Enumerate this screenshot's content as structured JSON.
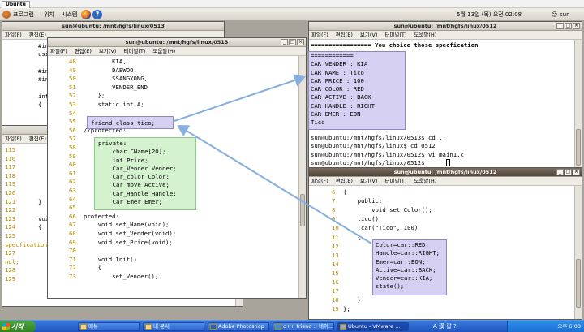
{
  "vm_tab": "Ubuntu",
  "top_panel": {
    "menus": [
      "프로그램",
      "위치",
      "시스템"
    ],
    "clock": "5월 13일 (목) 오전 02:08",
    "user": "sun"
  },
  "menubar": [
    "파일(F)",
    "편집(E)",
    "보기(V)",
    "터미널(T)",
    "도움말(H)"
  ],
  "win_back": {
    "title": "sun@ubuntu: /mnt/hgfs/linux/0513",
    "lines": [
      {
        "n": "",
        "t": "#in"
      },
      {
        "n": "",
        "t": "usi"
      },
      {
        "n": "",
        "t": ""
      },
      {
        "n": "",
        "t": "#in"
      },
      {
        "n": "",
        "t": "#in"
      },
      {
        "n": "",
        "t": ""
      },
      {
        "n": "",
        "t": "int"
      },
      {
        "n": "",
        "t": "{"
      }
    ]
  },
  "win_mid": {
    "lines": [
      {
        "n": "115",
        "t": ""
      },
      {
        "n": "116",
        "t": ""
      },
      {
        "n": "117",
        "t": ""
      },
      {
        "n": "118",
        "t": ""
      },
      {
        "n": "119",
        "t": ""
      },
      {
        "n": "120",
        "t": ""
      },
      {
        "n": "121",
        "t": "}"
      },
      {
        "n": "122",
        "t": ""
      },
      {
        "n": "123",
        "t": "voi"
      },
      {
        "n": "124",
        "t": "{"
      },
      {
        "n": "125",
        "t": ""
      },
      {
        "n": "specfication",
        "t": ""
      },
      {
        "n": "127",
        "t": ""
      },
      {
        "n": "ndl;",
        "t": ""
      },
      {
        "n": "128",
        "t": ""
      },
      {
        "n": "129",
        "t": ""
      }
    ]
  },
  "win_code": {
    "title": "sun@ubuntu: /mnt/hgfs/linux/0513",
    "lines": [
      {
        "n": "48",
        "t": "        KIA,"
      },
      {
        "n": "49",
        "t": "        DAEWOO,"
      },
      {
        "n": "50",
        "t": "        SSANGYONG,"
      },
      {
        "n": "51",
        "t": "        VENDER_END"
      },
      {
        "n": "52",
        "t": "    };"
      },
      {
        "n": "53",
        "t": "    static int A;"
      },
      {
        "n": "54",
        "t": ""
      },
      {
        "n": "55",
        "t": ""
      },
      {
        "n": "56",
        "t": "//protected:"
      },
      {
        "n": "57",
        "t": ""
      },
      {
        "n": "58",
        "t": ""
      },
      {
        "n": "59",
        "t": ""
      },
      {
        "n": "60",
        "t": ""
      },
      {
        "n": "61",
        "t": ""
      },
      {
        "n": "62",
        "t": ""
      },
      {
        "n": "63",
        "t": ""
      },
      {
        "n": "64",
        "t": ""
      },
      {
        "n": "65",
        "t": ""
      },
      {
        "n": "66",
        "t": "protected:"
      },
      {
        "n": "67",
        "t": "    void set_Name(void);"
      },
      {
        "n": "68",
        "t": "    void set_Vender(void);"
      },
      {
        "n": "69",
        "t": "    void set_Price(void);"
      },
      {
        "n": "70",
        "t": ""
      },
      {
        "n": "71",
        "t": "    void Init()"
      },
      {
        "n": "72",
        "t": "    {"
      },
      {
        "n": "73",
        "t": "        set_Vender();"
      }
    ],
    "friend_box": "friend class tico;",
    "private_box": "private:\n    char CName[20];\n    int Price;\n    Car_Vender Vender;\n    Car_color Color;\n    Car_move Active;\n    Car_Handle Handle;\n    Car_Emer Emer;"
  },
  "win_term": {
    "title": "sun@ubuntu: /mnt/hgfs/linux/0512",
    "header": "================= You choice those specfication",
    "lines": [
      "",
      "",
      "",
      "",
      "",
      "",
      "",
      "",
      "",
      "",
      "sun@ubuntu:/mnt/hgfs/linux/0513$ cd ..",
      "sun@ubuntu:/mnt/hgfs/linux$ cd 0512",
      "sun@ubuntu:/mnt/hgfs/linux/0512$ vi main1.c",
      "sun@ubuntu:/mnt/hgfs/linux/0512$ "
    ],
    "spec_box": "============\nCAR VENDER : KIA\nCAR NAME : Tico\nCAR PRICE : 100\nCAR COLOR : RED\nCAR ACTIVE : BACK\nCAR HANDLE : RIGHT\nCAR EMER : EON\nTico"
  },
  "win_vi": {
    "title": "sun@ubuntu: /mnt/hgfs/linux/0512",
    "lines": [
      {
        "n": "6",
        "t": "{"
      },
      {
        "n": "7",
        "t": "    public:"
      },
      {
        "n": "8",
        "t": "        void set_Color();"
      },
      {
        "n": "9",
        "t": "    tico()"
      },
      {
        "n": "10",
        "t": "    :car(\"Tico\", 100)"
      },
      {
        "n": "11",
        "t": "    {"
      },
      {
        "n": "12",
        "t": ""
      },
      {
        "n": "13",
        "t": ""
      },
      {
        "n": "14",
        "t": ""
      },
      {
        "n": "15",
        "t": ""
      },
      {
        "n": "16",
        "t": ""
      },
      {
        "n": "17",
        "t": ""
      },
      {
        "n": "18",
        "t": "    }"
      },
      {
        "n": "19",
        "t": "};"
      }
    ],
    "color_box": "Color=car::RED;\nHandle=car::RIGHT;\nEmer=car::EON;\nActive=car::BACK;\nVender=car::KIA;\nstate();"
  },
  "taskbar": {
    "start": "시작",
    "tasks": [
      "메뉴",
      "내 문서",
      "Adobe Photoshop",
      "c++ friend :: 네이...",
      "Ubuntu - VMware ..."
    ],
    "tray_text": "A 漢 깝 ?",
    "clock": "오후 6:08"
  },
  "colors": {
    "annotation_purple": "#d6d0f3",
    "annotation_green": "#d5f2cf",
    "arrow": "#86aede",
    "line_number": "#b08a00"
  }
}
